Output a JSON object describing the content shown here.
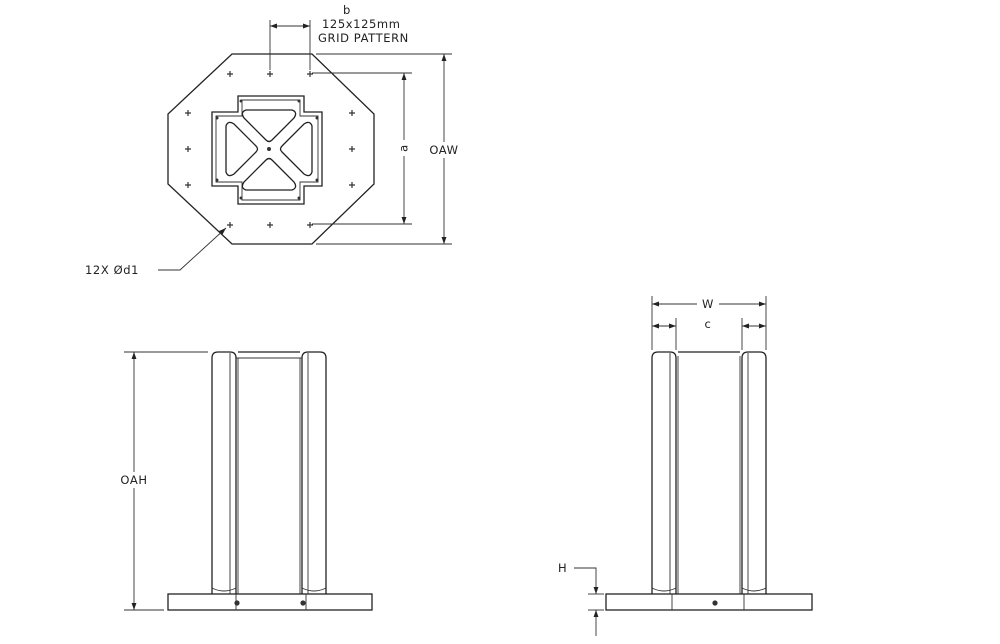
{
  "top_view": {
    "dim_b": "b",
    "grid_line1": "125x125mm",
    "grid_line2": "GRID PATTERN",
    "dim_a": "a",
    "dim_oaw": "OAW",
    "hole_callout": "12X  Ød1"
  },
  "front_view": {
    "dim_oah": "OAH"
  },
  "side_view": {
    "dim_w": "W",
    "dim_c": "c",
    "dim_h": "H"
  }
}
